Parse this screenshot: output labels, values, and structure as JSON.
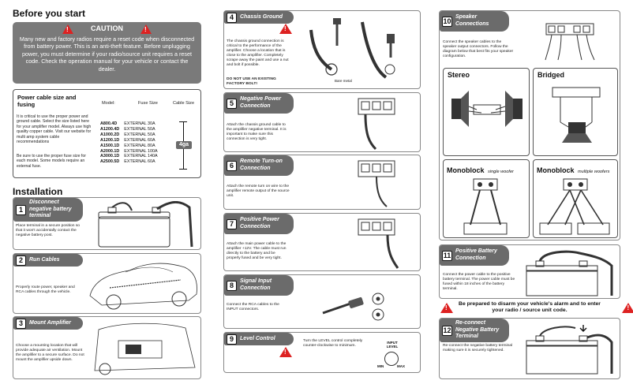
{
  "before": {
    "title": "Before you start"
  },
  "caution": {
    "title": "CAUTION",
    "text": "Many new and factory radios require a reset code when disconnected from battery power. This is an anti-theft feature. Before unplugging power, you must determine if your radio/source unit requires a reset code. Check the operation manual for your vehicle or contact the dealer."
  },
  "power_cable": {
    "title": "Power cable size and fusing",
    "col_model": "Model:",
    "col_fuse": "Fuse Size",
    "col_cable": "Cable Size",
    "text1": "It is critical to use the proper power and ground cable. Select the size listed here for your amplifier model. Always use high quality copper cable. Visit our website for multi amp system cable recommendations",
    "text2": "Be sure to use the proper fuse size for each model. Some models require an external fuse.",
    "models": [
      "A800.4D",
      "A1200.4D",
      "A1000.2D",
      "A1200.1D",
      "A1500.1D",
      "A2000.1D",
      "A3000.1D",
      "A2500.5D"
    ],
    "fuses": [
      "EXTERNAL 30A",
      "EXTERNAL 50A",
      "EXTERNAL 50A",
      "EXTERNAL 60A",
      "EXTERNAL 80A",
      "EXTERNAL 100A",
      "EXTERNAL 140A",
      "EXTERNAL 60A"
    ],
    "gauge": "4ga"
  },
  "installation": {
    "title": "Installation"
  },
  "steps": {
    "s1": {
      "num": "1",
      "title": "Disconnect negative battery terminal",
      "text": "Place terminal in a secure position so that it won't accidentally contact the negative battery post."
    },
    "s2": {
      "num": "2",
      "title": "Run Cables",
      "text": "Properly route power, speaker and RCA cables through the vehicle."
    },
    "s3": {
      "num": "3",
      "title": "Mount Amplifier",
      "text": "Choose a mounting location that will provide adequate air ventilation. Mount the amplifier to a secure surface. Do not mount the amplifier upside down."
    },
    "s4": {
      "num": "4",
      "title": "Chassis Ground",
      "text": "The chassis ground connection is critical to the performance of the amplifier. Choose a location that is close to the amplifier. Completely scrape away the paint and use a nut and bolt if possible.",
      "warn": "DO NOT USE AN EXISTING FACTORY BOLT!",
      "label": "Bare metal"
    },
    "s5": {
      "num": "5",
      "title": "Negative Power Connection",
      "text": "Attach the chassis ground cable to the amplifier negative terminal. It is important to make sure this connection is very tight."
    },
    "s6": {
      "num": "6",
      "title": "Remote Turn-on Connection",
      "text": "Attach the remote turn on wire to the amplifier remote output of the source unit."
    },
    "s7": {
      "num": "7",
      "title": "Positive Power Connection",
      "text": "Attach the main power cable to the amplifier +12V. The cable must run directly to the battery and be properly fused and be very tight."
    },
    "s8": {
      "num": "8",
      "title": "Signal Input Connection",
      "text": "Connect the RCA cables to the INPUT connectors."
    },
    "s9": {
      "num": "9",
      "title": "Level Control",
      "text": "Turn the LEVEL control completely counter-clockwise to minimum.",
      "knob_label": "INPUT LEVEL",
      "min": "MIN",
      "max": "MAX"
    },
    "s10": {
      "num": "10",
      "title": "Speaker Connections",
      "text": "Connect the speaker cables to the speaker output connectors. Follow the diagram below that best fits your speaker configuration."
    },
    "s11": {
      "num": "11",
      "title": "Positive Battery Connection",
      "text": "Connect the power cable to the positive battery terminal. The power cable must be fused within 18 inches of the battery terminal."
    },
    "s12": {
      "num": "12",
      "title": "Re-connect Negative Battery Terminal",
      "text": "Re-connect the negative battery terminal making sure it is securely tightened."
    }
  },
  "configs": {
    "stereo": "Stereo",
    "bridged": "Bridged",
    "mono_single": "Monoblock",
    "mono_single_sub": "single woofer",
    "mono_multi": "Monoblock",
    "mono_multi_sub": "multiple woofers"
  },
  "alarm": "Be prepared to disarm your vehicle's alarm and to enter your radio / source unit code."
}
